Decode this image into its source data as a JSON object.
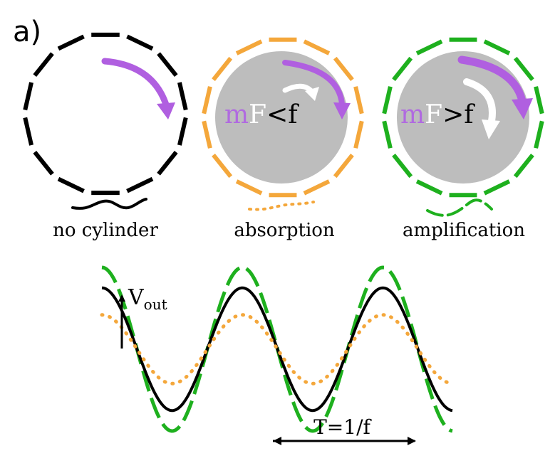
{
  "panel_label": "a)",
  "colors": {
    "black": "#000000",
    "orange": "#f4a73b",
    "green": "#1eb01e",
    "purple": "#b05fe0",
    "purple_text": "#b06ae0",
    "grey": "#bdbdbd",
    "white": "#ffffff"
  },
  "panels": [
    {
      "id": "no-cylinder",
      "caption": "no cylinder",
      "cylinder": false,
      "ring_color": "black"
    },
    {
      "id": "absorption",
      "caption": "absorption",
      "cylinder": true,
      "ring_color": "orange",
      "formula": {
        "m": "m",
        "F": "F",
        "relation": "<f"
      }
    },
    {
      "id": "amplification",
      "caption": "amplification",
      "cylinder": true,
      "ring_color": "green",
      "formula": {
        "m": "m",
        "F": "F",
        "relation": ">f"
      }
    }
  ],
  "plot": {
    "y_label_main": "V",
    "y_label_sub": "out",
    "period_label": "T=1/f",
    "cycles": 2.5,
    "series": [
      {
        "id": "amplification",
        "color": "green",
        "style": "dashed",
        "amplitude": 1.0
      },
      {
        "id": "no-cylinder",
        "color": "black",
        "style": "solid",
        "amplitude": 0.75
      },
      {
        "id": "absorption",
        "color": "orange",
        "style": "dotted",
        "amplitude": 0.42
      }
    ]
  }
}
